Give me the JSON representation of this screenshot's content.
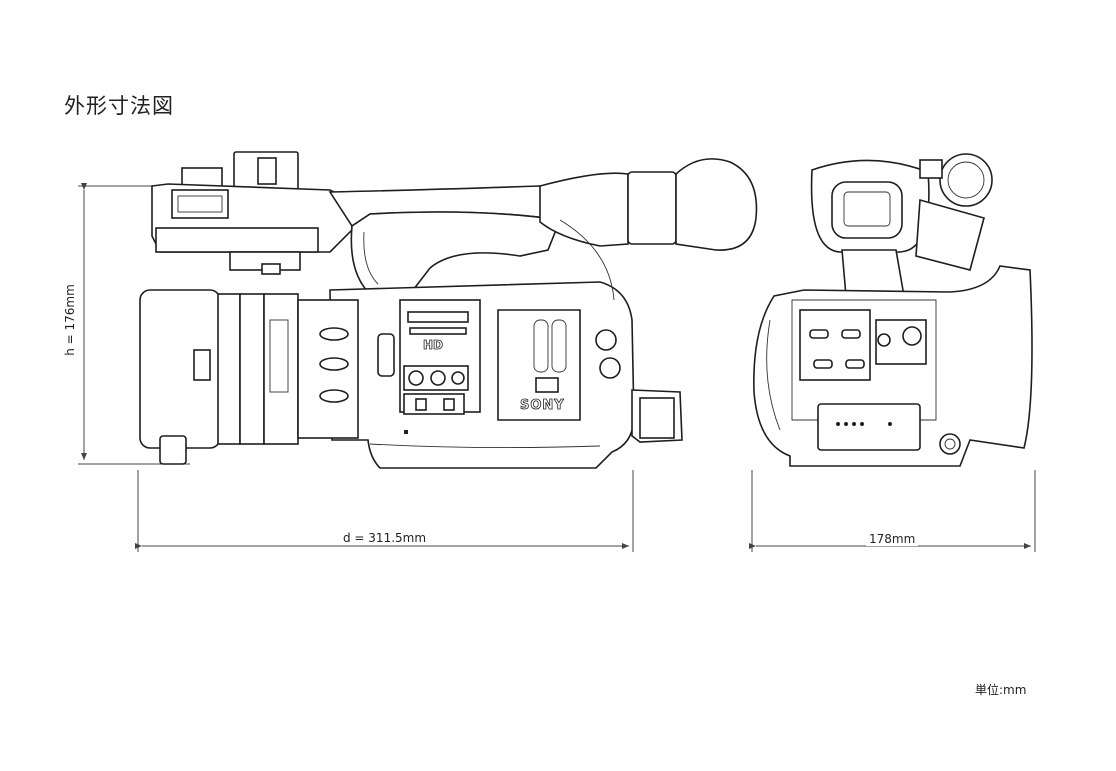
{
  "title": "外形寸法図",
  "dimensions": {
    "height": "h = 176mm",
    "depth": "d = 311.5mm",
    "width": "178mm"
  },
  "unit_note": "単位:mm",
  "marks": {
    "logo": "SONY",
    "hd": "HD"
  }
}
